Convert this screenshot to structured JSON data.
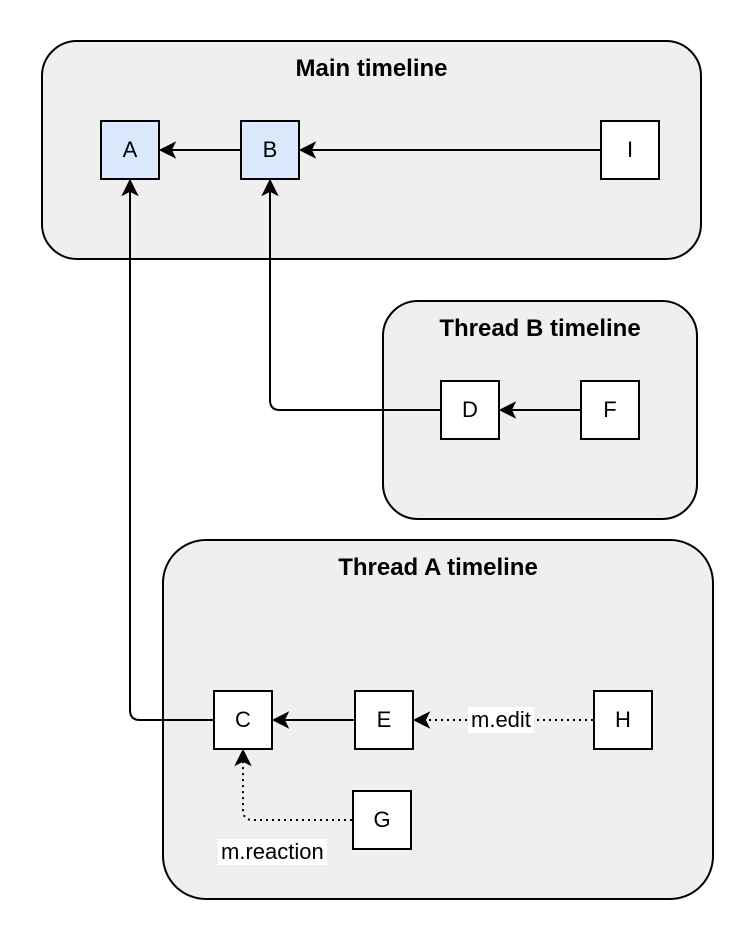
{
  "diagram": {
    "type": "matrix-thread-dag",
    "colors": {
      "background": "#ffffff",
      "container_fill": "#efefef",
      "container_border": "#000000",
      "node_fill": "#ffffff",
      "node_fill_highlight": "#dae8fc",
      "node_border": "#000000",
      "edge_color": "#000000"
    },
    "containers": [
      {
        "title": "Main timeline",
        "nodes": [
          "A",
          "B",
          "I"
        ]
      },
      {
        "title": "Thread B timeline",
        "nodes": [
          "D",
          "F"
        ]
      },
      {
        "title": "Thread A timeline",
        "nodes": [
          "C",
          "E",
          "G",
          "H"
        ]
      }
    ],
    "nodes": {
      "A": {
        "label": "A",
        "highlighted": true
      },
      "B": {
        "label": "B",
        "highlighted": true
      },
      "I": {
        "label": "I",
        "highlighted": false
      },
      "D": {
        "label": "D",
        "highlighted": false
      },
      "F": {
        "label": "F",
        "highlighted": false
      },
      "C": {
        "label": "C",
        "highlighted": false
      },
      "E": {
        "label": "E",
        "highlighted": false
      },
      "H": {
        "label": "H",
        "highlighted": false
      },
      "G": {
        "label": "G",
        "highlighted": false
      }
    },
    "edges": [
      {
        "from": "B",
        "to": "A",
        "style": "solid",
        "label": ""
      },
      {
        "from": "I",
        "to": "B",
        "style": "solid",
        "label": ""
      },
      {
        "from": "F",
        "to": "D",
        "style": "solid",
        "label": ""
      },
      {
        "from": "D",
        "to": "B",
        "style": "solid",
        "label": ""
      },
      {
        "from": "C",
        "to": "A",
        "style": "solid",
        "label": ""
      },
      {
        "from": "E",
        "to": "C",
        "style": "solid",
        "label": ""
      },
      {
        "from": "H",
        "to": "E",
        "style": "dotted",
        "label": "m.edit"
      },
      {
        "from": "G",
        "to": "C",
        "style": "dotted",
        "label": "m.reaction"
      }
    ]
  }
}
